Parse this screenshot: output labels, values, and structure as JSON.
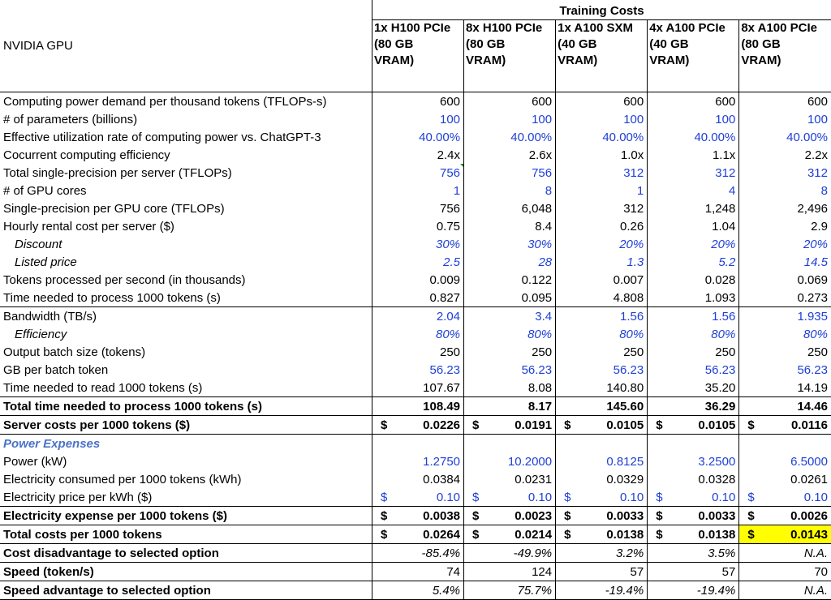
{
  "header": {
    "group_title": "Training Costs",
    "corner_label": "NVIDIA GPU",
    "columns": [
      {
        "line1": "1x H100 PCIe",
        "line2": "(80 GB",
        "line3": "VRAM)"
      },
      {
        "line1": "8x H100 PCIe",
        "line2": "(80 GB",
        "line3": "VRAM)"
      },
      {
        "line1": "1x A100 SXM",
        "line2": "(40 GB",
        "line3": "VRAM)"
      },
      {
        "line1": "4x A100 PCIe",
        "line2": "(40 GB",
        "line3": "VRAM)"
      },
      {
        "line1": "8x A100 PCIe",
        "line2": "(80 GB",
        "line3": "VRAM)"
      }
    ]
  },
  "rows": [
    {
      "label": "Computing power demand per thousand tokens (TFLOPs-s)",
      "values": [
        "600",
        "600",
        "600",
        "600",
        "600"
      ]
    },
    {
      "label": "# of parameters (billions)",
      "values": [
        "100",
        "100",
        "100",
        "100",
        "100"
      ]
    },
    {
      "label": "Effective utilization rate of computing power vs. ChatGPT-3",
      "values": [
        "40.00%",
        "40.00%",
        "40.00%",
        "40.00%",
        "40.00%"
      ]
    },
    {
      "label": "Cocurrent computing efficiency",
      "values": [
        "2.4x",
        "2.6x",
        "1.0x",
        "1.1x",
        "2.2x"
      ]
    },
    {
      "label": "Total single-precision per server (TFLOPs)",
      "values": [
        "756",
        "756",
        "312",
        "312",
        "312"
      ]
    },
    {
      "label": "# of GPU cores",
      "values": [
        "1",
        "8",
        "1",
        "4",
        "8"
      ]
    },
    {
      "label": "Single-precision per GPU core (TFLOPs)",
      "values": [
        "756",
        "6,048",
        "312",
        "1,248",
        "2,496"
      ]
    },
    {
      "label": "Hourly rental cost per server ($)",
      "values": [
        "0.75",
        "8.4",
        "0.26",
        "1.04",
        "2.9"
      ]
    },
    {
      "label": "Discount",
      "values": [
        "30%",
        "30%",
        "20%",
        "20%",
        "20%"
      ]
    },
    {
      "label": "Listed price",
      "values": [
        "2.5",
        "28",
        "1.3",
        "5.2",
        "14.5"
      ]
    },
    {
      "label": "Tokens processed per second (in thousands)",
      "values": [
        "0.009",
        "0.122",
        "0.007",
        "0.028",
        "0.069"
      ]
    },
    {
      "label": "Time needed to process 1000 tokens (s)",
      "values": [
        "0.827",
        "0.095",
        "4.808",
        "1.093",
        "0.273"
      ]
    },
    {
      "label": "Bandwidth (TB/s)",
      "values": [
        "2.04",
        "3.4",
        "1.56",
        "1.56",
        "1.935"
      ]
    },
    {
      "label": "Efficiency",
      "values": [
        "80%",
        "80%",
        "80%",
        "80%",
        "80%"
      ]
    },
    {
      "label": "Output batch size (tokens)",
      "values": [
        "250",
        "250",
        "250",
        "250",
        "250"
      ]
    },
    {
      "label": "GB per batch token",
      "values": [
        "56.23",
        "56.23",
        "56.23",
        "56.23",
        "56.23"
      ]
    },
    {
      "label": "Time needed to read 1000 tokens (s)",
      "values": [
        "107.67",
        "8.08",
        "140.80",
        "35.20",
        "14.19"
      ]
    },
    {
      "label": "Total time needed to process 1000 tokens (s)",
      "values": [
        "108.49",
        "8.17",
        "145.60",
        "36.29",
        "14.46"
      ]
    },
    {
      "label": "Server costs per 1000 tokens  ($)",
      "values": [
        "0.0226",
        "0.0191",
        "0.0105",
        "0.0105",
        "0.0116"
      ]
    },
    {
      "label": "Power Expenses",
      "values": []
    },
    {
      "label": "Power (kW)",
      "values": [
        "1.2750",
        "10.2000",
        "0.8125",
        "3.2500",
        "6.5000"
      ]
    },
    {
      "label": "Electricity consumed per 1000 tokens (kWh)",
      "values": [
        "0.0384",
        "0.0231",
        "0.0329",
        "0.0328",
        "0.0261"
      ]
    },
    {
      "label": "Electricity price per kWh  ($)",
      "values": [
        "0.10",
        "0.10",
        "0.10",
        "0.10",
        "0.10"
      ]
    },
    {
      "label": "Electricity expense per 1000 tokens  ($)",
      "values": [
        "0.0038",
        "0.0023",
        "0.0033",
        "0.0033",
        "0.0026"
      ]
    },
    {
      "label": "Total costs per 1000 tokens",
      "values": [
        "0.0264",
        "0.0214",
        "0.0138",
        "0.0138",
        "0.0143"
      ]
    },
    {
      "label": "Cost disadvantage to selected option",
      "values": [
        "-85.4%",
        "-49.9%",
        "3.2%",
        "3.5%",
        "N.A."
      ]
    },
    {
      "label": "Speed (token/s)",
      "values": [
        "74",
        "124",
        "57",
        "57",
        "70"
      ]
    },
    {
      "label": "Speed advantage to selected option",
      "values": [
        "5.4%",
        "75.7%",
        "-19.4%",
        "-19.4%",
        "N.A."
      ]
    }
  ],
  "currency_symbol": "$",
  "colors": {
    "input_blue": "#1f3fd6",
    "section_blue": "#4a72c8",
    "highlight": "#ffff00"
  }
}
